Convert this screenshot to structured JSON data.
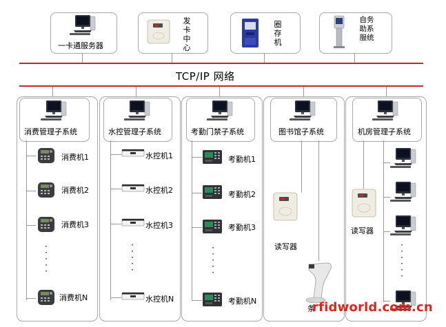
{
  "top_nodes": [
    {
      "id": "server",
      "label": "一卡通服务器",
      "icon": "computer-icon"
    },
    {
      "id": "card_center",
      "label": "发卡中心",
      "icon": "card-issuer-icon"
    },
    {
      "id": "kiosk",
      "label": "圈存机",
      "icon": "kiosk-icon"
    },
    {
      "id": "self_service",
      "label": "自务助系服统",
      "icon": "self-service-terminal-icon"
    }
  ],
  "network_label": "TCP/IP    网络",
  "subsystems": [
    {
      "title": "消费管理子系统",
      "device_icon": "pos-terminal-icon",
      "devices": [
        "消费机1",
        "消费机2",
        "消费机3",
        "消费机N"
      ]
    },
    {
      "title": "水控管理子系统",
      "device_icon": "water-controller-icon",
      "devices": [
        "水控机1",
        "水控机2",
        "水控机3",
        "水控机N"
      ]
    },
    {
      "title": "考勤门禁子系统",
      "device_icon": "attendance-machine-icon",
      "devices": [
        "考勤机1",
        "考勤机2",
        "考勤机3",
        "考勤机N"
      ]
    },
    {
      "title": "图书馆子系统",
      "device_icon": "card-reader-icon",
      "devices": [
        "读写器",
        "条"
      ]
    },
    {
      "title": "机房管理子系统",
      "device_icon": "computer-icon",
      "devices": [
        "读写器"
      ]
    }
  ],
  "watermark": "rfidworld.com.cn",
  "colors": {
    "network_line": "#c8262a",
    "watermark": "#e2231a",
    "box_border": "#a8a8a8",
    "connector": "#9a9a9a"
  }
}
